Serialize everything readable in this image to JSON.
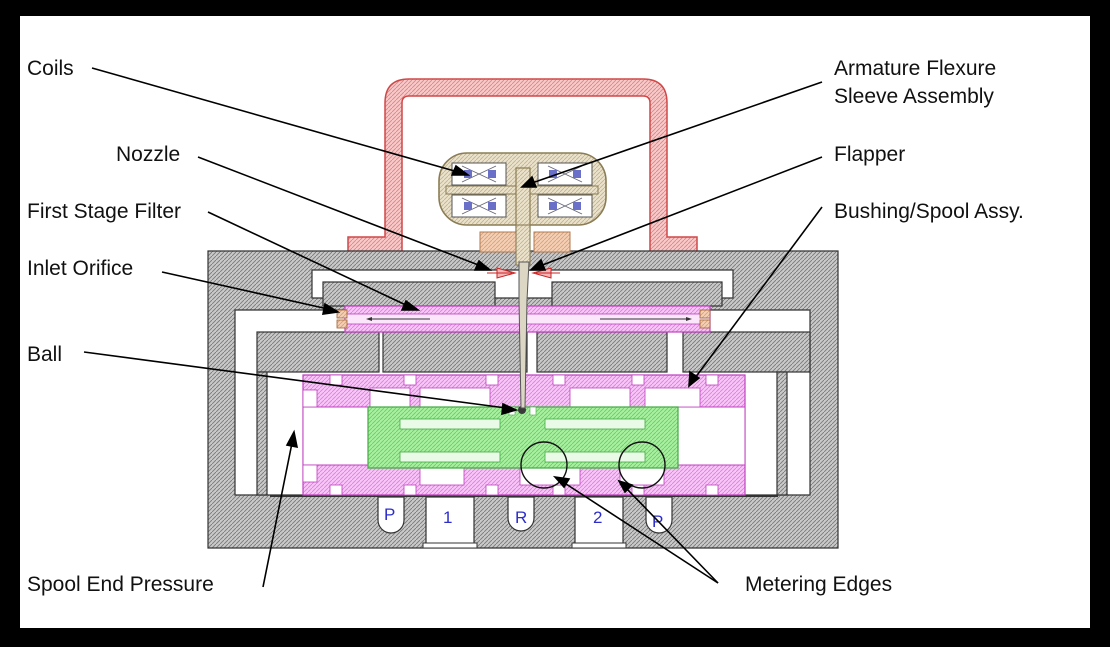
{
  "labels": {
    "coils": "Coils",
    "armature_line1": "Armature Flexure",
    "armature_line2": "Sleeve Assembly",
    "nozzle": "Nozzle",
    "flapper": "Flapper",
    "first_stage_filter": "First Stage Filter",
    "bushing_spool": "Bushing/Spool Assy.",
    "inlet_orifice": "Inlet Orifice",
    "ball": "Ball",
    "spool_end_pressure": "Spool End Pressure",
    "metering_edges": "Metering Edges"
  },
  "ports": {
    "p_left": "P",
    "one": "1",
    "r": "R",
    "two": "2",
    "p_right": "P"
  },
  "colors": {
    "body_hatch": "#8a8a8a",
    "torque_motor": "#ece3d3",
    "pole_piece": "#e8aaa6",
    "spool": "#9ff095",
    "bushing": "#ef8ef2",
    "port_text": "#2d2dcc"
  }
}
